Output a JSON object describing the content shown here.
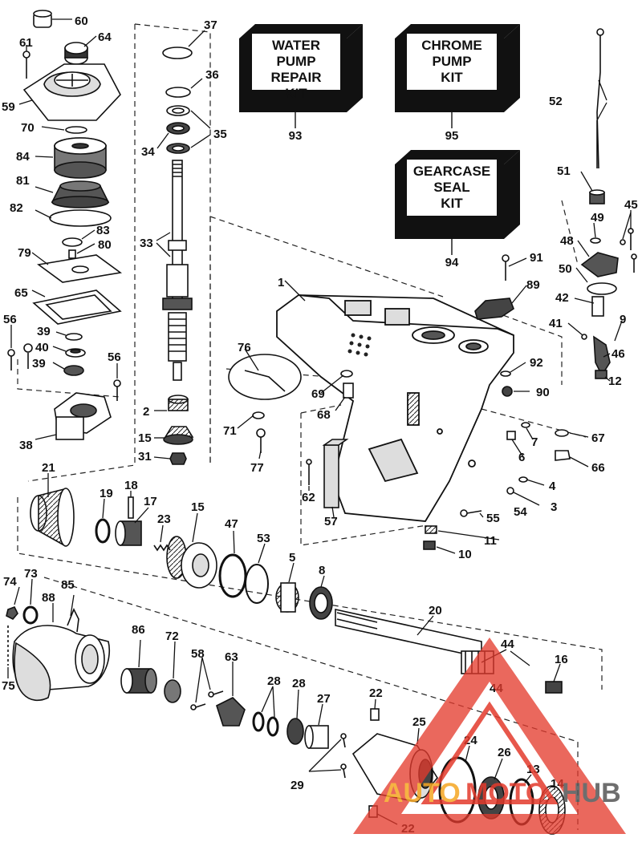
{
  "kits": [
    {
      "lines": [
        "WATER PUMP",
        "REPAIR",
        "KIT"
      ],
      "number": "93"
    },
    {
      "lines": [
        "CHROME",
        "PUMP",
        "KIT"
      ],
      "number": "95"
    },
    {
      "lines": [
        "GEARCASE",
        "SEAL",
        "KIT"
      ],
      "number": "94"
    }
  ],
  "callouts": [
    "1",
    "2",
    "3",
    "4",
    "5",
    "6",
    "7",
    "8",
    "9",
    "10",
    "11",
    "12",
    "13",
    "14",
    "15",
    "15",
    "16",
    "17",
    "18",
    "19",
    "20",
    "21",
    "22",
    "22",
    "23",
    "24",
    "25",
    "26",
    "27",
    "28",
    "28",
    "29",
    "31",
    "33",
    "34",
    "35",
    "36",
    "37",
    "38",
    "39",
    "39",
    "40",
    "41",
    "42",
    "44",
    "44",
    "45",
    "46",
    "47",
    "48",
    "49",
    "50",
    "51",
    "52",
    "53",
    "54",
    "55",
    "56",
    "56",
    "57",
    "58",
    "59",
    "60",
    "61",
    "62",
    "63",
    "64",
    "65",
    "66",
    "67",
    "68",
    "69",
    "70",
    "71",
    "72",
    "73",
    "74",
    "75",
    "76",
    "77",
    "79",
    "80",
    "81",
    "82",
    "83",
    "84",
    "85",
    "86",
    "88",
    "89",
    "90",
    "91",
    "92"
  ],
  "watermark": {
    "part1": "AUTO",
    "part2": "MOTO",
    "part3": "HUB",
    "color1": "#f5a623",
    "color2": "#e33a2c",
    "color3": "#555555"
  }
}
